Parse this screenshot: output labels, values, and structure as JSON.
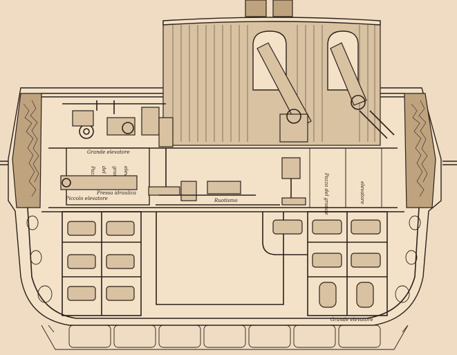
{
  "labels": {
    "upper_hoist": "Grande elevatore",
    "shaft_left_a": "Pozzo",
    "shaft_left_b": "del",
    "shaft_left_c": "grande",
    "shaft_left_d": "elevatore",
    "small_hoist": "Piccolo elevatore",
    "hydraulic_press": "Pressa idraulica",
    "ratchet": "Ruotismo",
    "shaft_right_a": "Pozzo del grande",
    "shaft_right_b": "elevatore",
    "bottom_hoist": "Grande elevatore"
  },
  "colors": {
    "paper": "#efdcc2",
    "ink": "#2b211a",
    "armor": "#bfa37f"
  }
}
